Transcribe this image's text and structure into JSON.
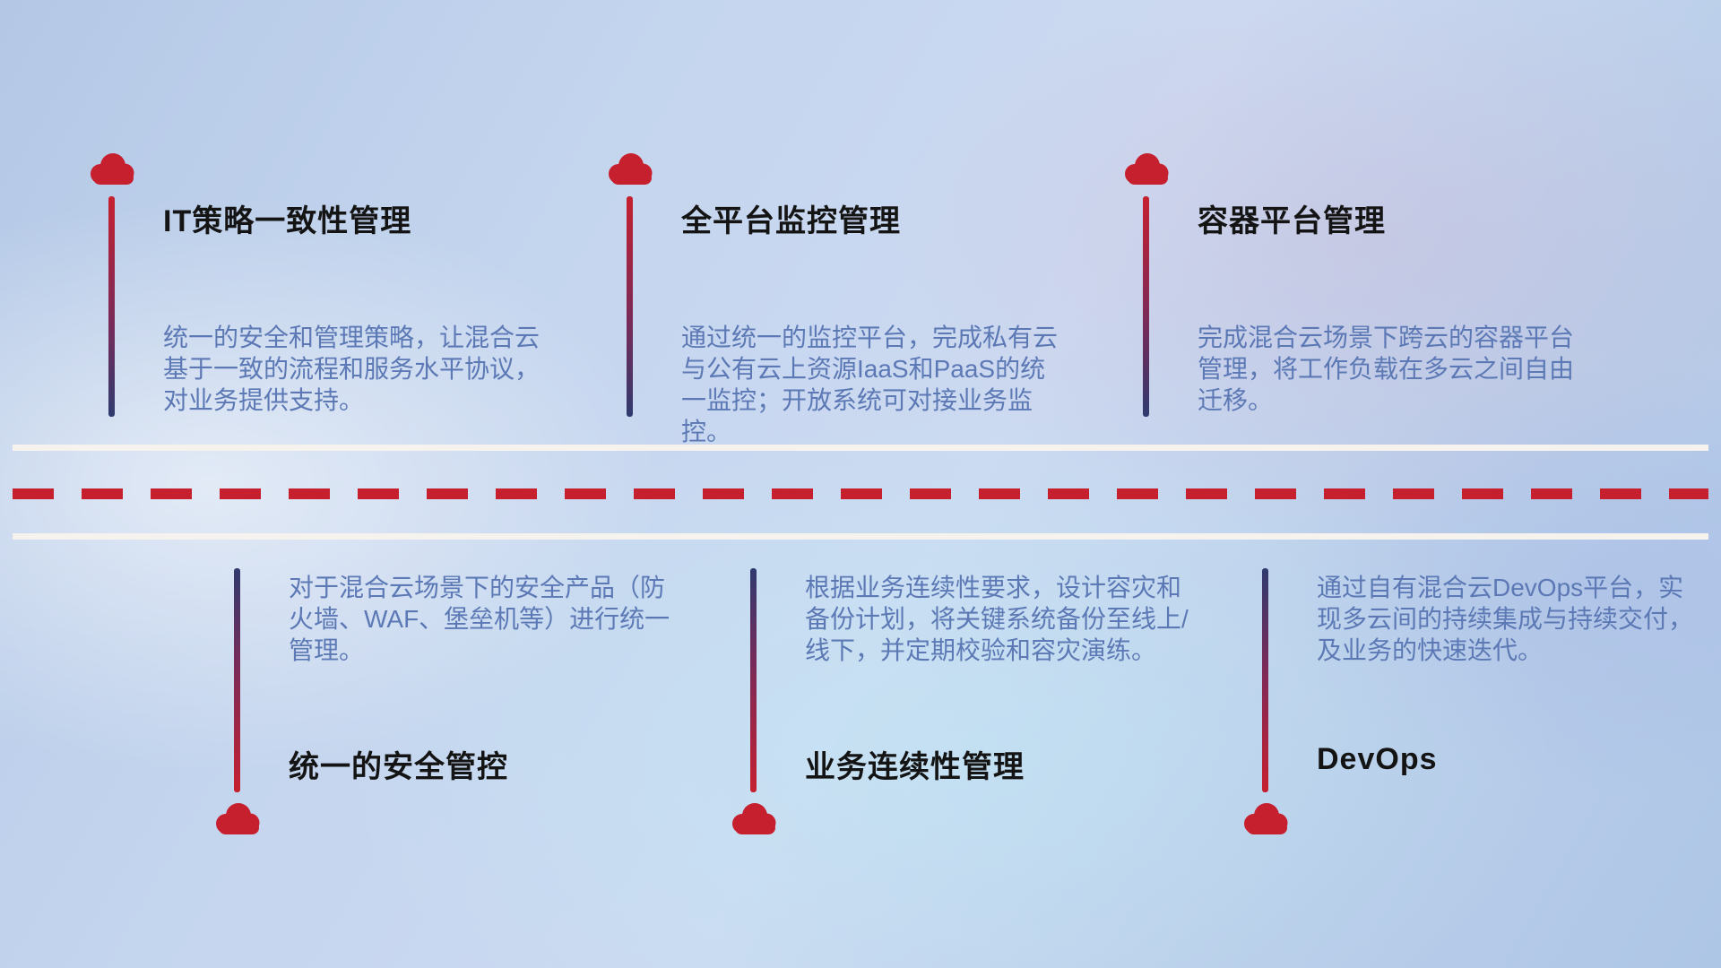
{
  "colors": {
    "red": "#c6202f",
    "navy": "#2f3a6e",
    "title": "#141414",
    "desc": "#5c79b5",
    "road": "#f6f3ee"
  },
  "icons": {
    "cloud": "cloud-icon"
  },
  "top_items": [
    {
      "title": "IT策略一致性管理",
      "desc": "统一的安全和管理策略，让混合云基于一致的流程和服务水平协议，对业务提供支持。"
    },
    {
      "title": "全平台监控管理",
      "desc": "通过统一的监控平台，完成私有云与公有云上资源IaaS和PaaS的统一监控；开放系统可对接业务监控。"
    },
    {
      "title": "容器平台管理",
      "desc": "完成混合云场景下跨云的容器平台管理，将工作负载在多云之间自由迁移。"
    }
  ],
  "bottom_items": [
    {
      "title": "统一的安全管控",
      "desc": "对于混合云场景下的安全产品（防火墙、WAF、堡垒机等）进行统一管理。"
    },
    {
      "title": "业务连续性管理",
      "desc": "根据业务连续性要求，设计容灾和备份计划，将关键系统备份至线上/线下，并定期校验和容灾演练。"
    },
    {
      "title": "DevOps",
      "desc": "通过自有混合云DevOps平台，实现多云间的持续集成与持续交付，及业务的快速迭代。"
    }
  ]
}
